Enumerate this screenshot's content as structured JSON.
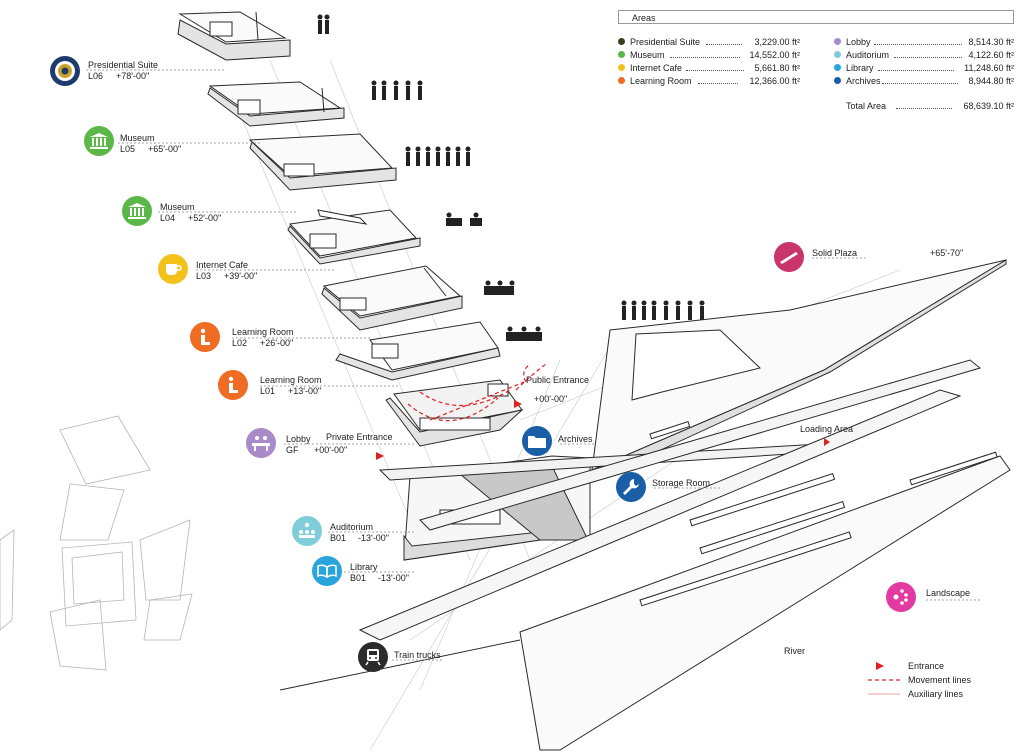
{
  "levels": [
    {
      "id": "presidential",
      "name": "Presidential Suite",
      "code": "L06",
      "elev": "+78'-00\"",
      "color": "#1e3a6e",
      "icon": "presidential-seal-icon"
    },
    {
      "id": "museum-l05",
      "name": "Museum",
      "code": "L05",
      "elev": "+65'-00\"",
      "color": "#5cb749",
      "icon": "museum-icon"
    },
    {
      "id": "museum-l04",
      "name": "Museum",
      "code": "L04",
      "elev": "+52'-00\"",
      "color": "#5cb749",
      "icon": "museum-icon"
    },
    {
      "id": "cafe",
      "name": "Internet Cafe",
      "code": "L03",
      "elev": "+39'-00\"",
      "color": "#f2c21a",
      "icon": "coffee-cup-icon"
    },
    {
      "id": "learning-l02",
      "name": "Learning Room",
      "code": "L02",
      "elev": "+26'-00\"",
      "color": "#ef6c24",
      "icon": "info-icon"
    },
    {
      "id": "learning-l01",
      "name": "Learning Room",
      "code": "L01",
      "elev": "+13'-00\"",
      "color": "#ef6c24",
      "icon": "info-icon"
    },
    {
      "id": "lobby",
      "name": "Lobby",
      "code": "GF",
      "elev": "+00'-00\"",
      "color": "#a98bc9",
      "icon": "reception-desk-icon"
    },
    {
      "id": "auditorium",
      "name": "Auditorium",
      "code": "B01",
      "elev": "-13'-00\"",
      "color": "#7fcdd9",
      "icon": "audience-icon"
    },
    {
      "id": "library",
      "name": "Library",
      "code": "B01",
      "elev": "-13'-00\"",
      "color": "#2aa4dc",
      "icon": "open-book-icon"
    }
  ],
  "callouts": {
    "archives": {
      "label": "Archives",
      "color": "#1a5ea8",
      "icon": "folder-icon"
    },
    "storage": {
      "label": "Storage Room",
      "color": "#1a5ea8",
      "icon": "wrench-icon"
    },
    "solid_plaza": {
      "label": "Solid Plaza",
      "color": "#c9356a",
      "icon": "plaza-icon"
    },
    "landscape": {
      "label": "Landscape",
      "color": "#e33aa1",
      "icon": "landscape-icon"
    },
    "train": {
      "label": "Train trucks",
      "color": "#2b2b2b",
      "icon": "train-icon"
    },
    "plaza_elev": "+65'-70\"",
    "loading_area": "Loading Area",
    "public_entrance": "Public Entrance",
    "public_elev": "+00'-00\"",
    "private_entrance": "Private Entrance",
    "river": "River"
  },
  "areas": {
    "header": "Areas",
    "left": [
      {
        "name": "Presidential Suite",
        "value": "3,229.00 ft²",
        "color": "#3b3b1e"
      },
      {
        "name": "Museum",
        "value": "14,552.00 ft²",
        "color": "#5cb749"
      },
      {
        "name": "Internet Cafe",
        "value": "5,661.80 ft²",
        "color": "#f2c21a"
      },
      {
        "name": "Learning Room",
        "value": "12,366.00 ft²",
        "color": "#ef6c24"
      }
    ],
    "right": [
      {
        "name": "Lobby",
        "value": "8,514.30 ft²",
        "color": "#a98bc9"
      },
      {
        "name": "Auditorium",
        "value": "4,122.60 ft²",
        "color": "#7fcdd9"
      },
      {
        "name": "Library",
        "value": "11,248.60 ft²",
        "color": "#2aa4dc"
      },
      {
        "name": "Archives",
        "value": "8,944.80 ft²",
        "color": "#1a5ea8"
      }
    ],
    "total_label": "Total  Area",
    "total_value": "68,639.10 ft²"
  },
  "legend": {
    "entrance": "Entrance",
    "movement": "Movement lines",
    "auxiliary": "Auxiliary lines",
    "entrance_color": "#e02020",
    "movement_color": "#e02020",
    "auxiliary_color": "#f2a0a0"
  }
}
